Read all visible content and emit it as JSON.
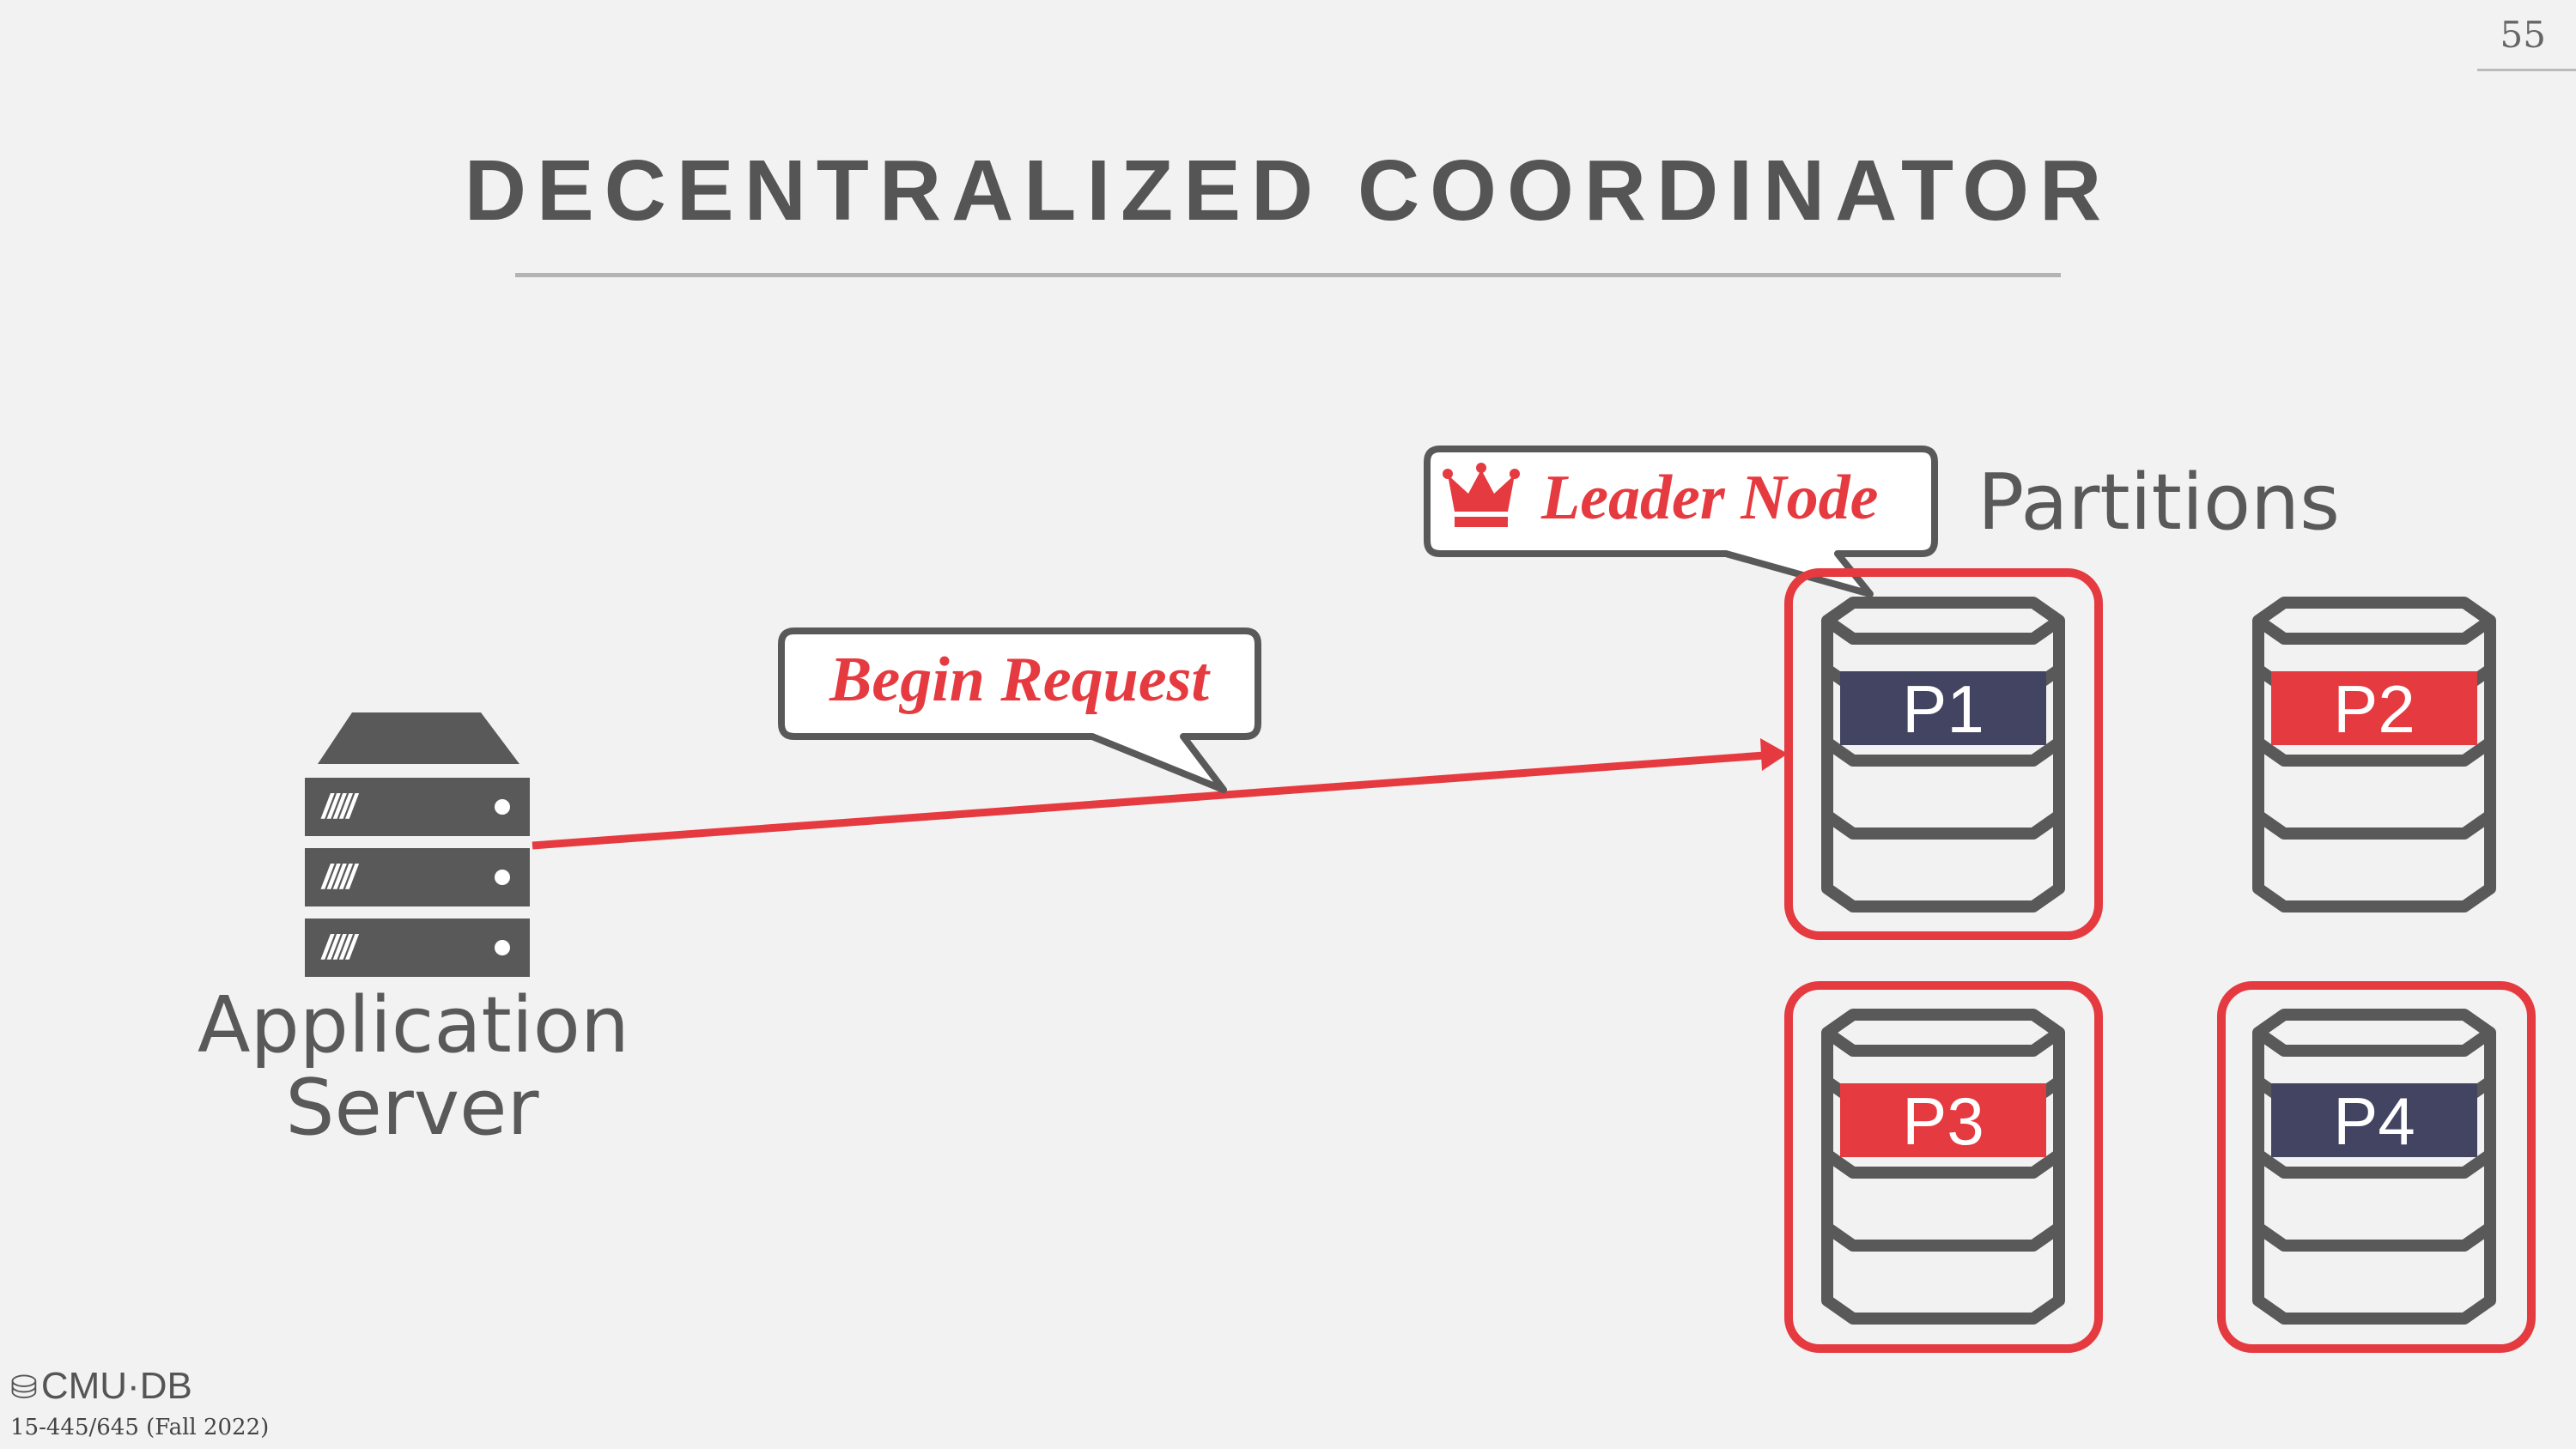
{
  "page_number": "55",
  "title": "DECENTRALIZED COORDINATOR",
  "application_server": {
    "line1": "Application",
    "line2": "Server"
  },
  "partitions_label": "Partitions",
  "begin_request": "Begin Request",
  "leader_node": "Leader Node",
  "partitions": [
    {
      "id": "p1",
      "label": "P1",
      "color": "#434462",
      "highlighted": true,
      "leader": true
    },
    {
      "id": "p2",
      "label": "P2",
      "color": "#e53a3f",
      "highlighted": false,
      "leader": false
    },
    {
      "id": "p3",
      "label": "P3",
      "color": "#e53a3f",
      "highlighted": true,
      "leader": false
    },
    {
      "id": "p4",
      "label": "P4",
      "color": "#434462",
      "highlighted": true,
      "leader": false
    }
  ],
  "colors": {
    "accent_red": "#e53a3f",
    "dark_gray": "#595959",
    "navy": "#434462"
  },
  "footer": {
    "logo": "CMU·DB",
    "course": "15-445/645 (Fall 2022)"
  }
}
